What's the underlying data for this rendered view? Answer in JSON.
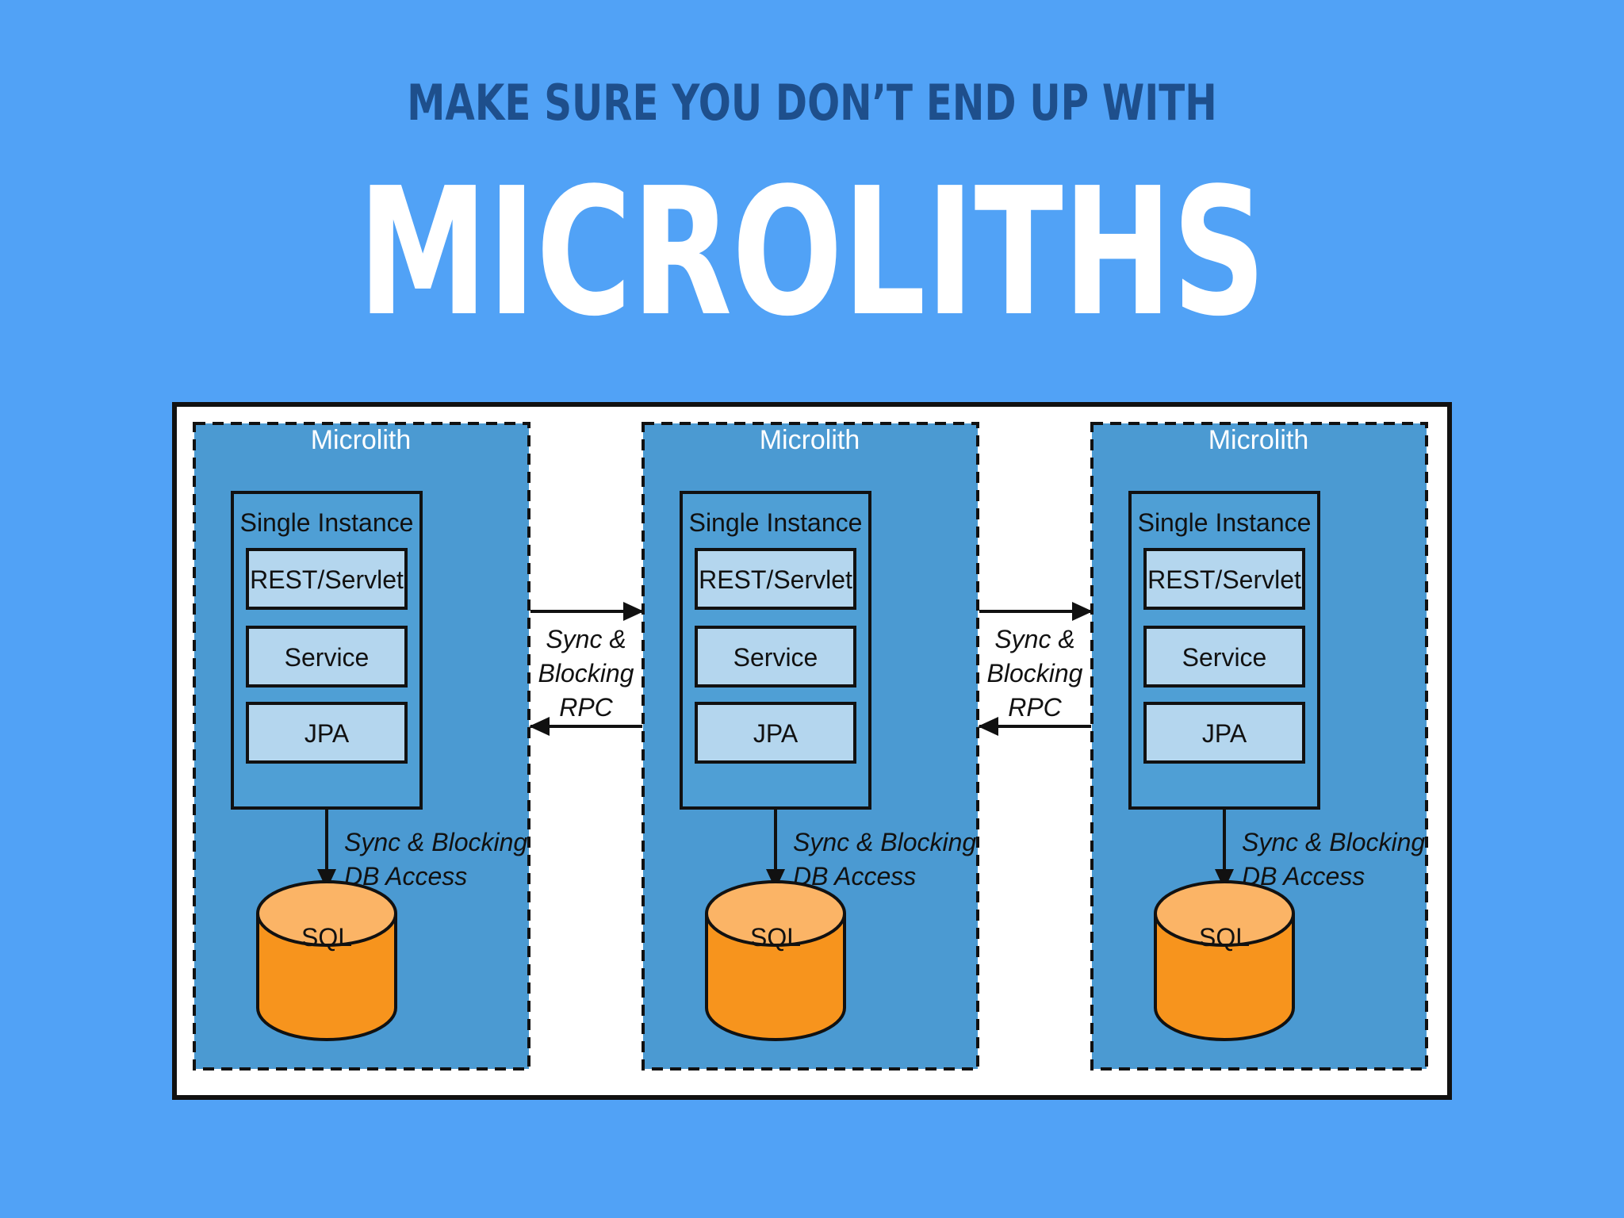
{
  "slide": {
    "subtitle": "MAKE SURE YOU DON’T END UP WITH",
    "title": "MICROLITHS"
  },
  "diagram": {
    "microliths": [
      {
        "label": "Microlith",
        "instance_label": "Single Instance",
        "layers": [
          "REST/Servlet",
          "Service",
          "JPA"
        ],
        "db_access_line1": "Sync & Blocking",
        "db_access_line2": "DB Access",
        "db_label": "SQL"
      },
      {
        "label": "Microlith",
        "instance_label": "Single Instance",
        "layers": [
          "REST/Servlet",
          "Service",
          "JPA"
        ],
        "db_access_line1": "Sync & Blocking",
        "db_access_line2": "DB Access",
        "db_label": "SQL"
      },
      {
        "label": "Microlith",
        "instance_label": "Single Instance",
        "layers": [
          "REST/Servlet",
          "Service",
          "JPA"
        ],
        "db_access_line1": "Sync & Blocking",
        "db_access_line2": "DB Access",
        "db_label": "SQL"
      }
    ],
    "rpc_links": [
      {
        "line1": "Sync &",
        "line2": "Blocking",
        "line3": "RPC"
      },
      {
        "line1": "Sync &",
        "line2": "Blocking",
        "line3": "RPC"
      }
    ]
  },
  "colors": {
    "background": "#51a2f6",
    "subtitle": "#1e4f8c",
    "microlith_fill": "#4b9ad2",
    "layer_fill": "#b4d6ee",
    "db_body": "#f7941d",
    "db_top": "#fbb466"
  }
}
